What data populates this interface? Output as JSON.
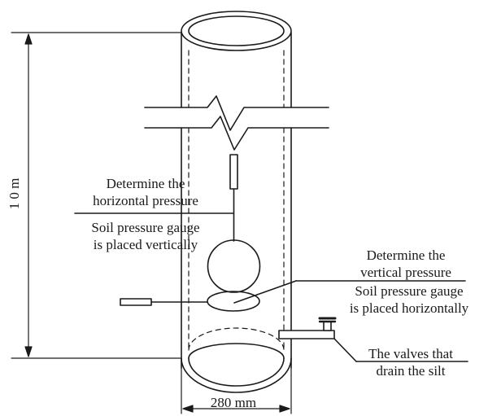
{
  "dimensions": {
    "height_label": "1 0 m",
    "diameter_label": "280 mm"
  },
  "labels": {
    "horizontal_pressure": "Determine the\nhorizontal pressure",
    "gauge_vertical": "Soil pressure gauge\nis placed vertically",
    "vertical_pressure": "Determine the\nvertical pressure",
    "gauge_horizontal": "Soil pressure gauge\nis placed horizontally",
    "drain_valves": "The valves that\ndrain the silt"
  }
}
